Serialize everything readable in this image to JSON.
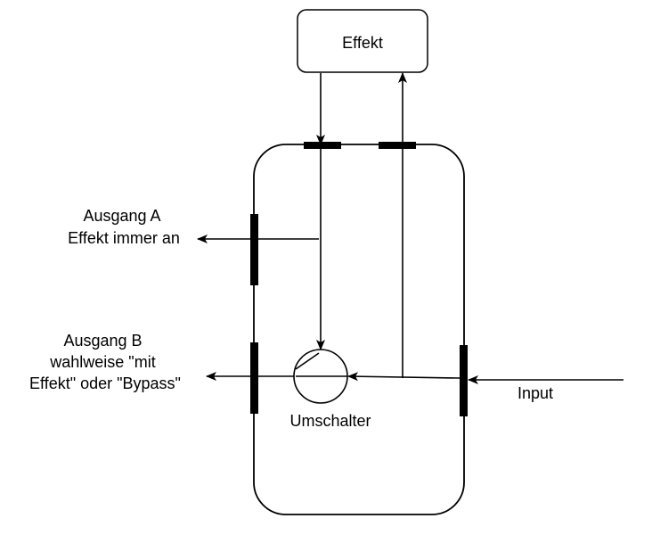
{
  "effekt_box": {
    "label": "Effekt"
  },
  "labels": {
    "ausgang_a": [
      "Ausgang A",
      "Effekt immer an"
    ],
    "ausgang_b": [
      "Ausgang B",
      "wahlweise \"mit",
      "Effekt\" oder \"Bypass\""
    ],
    "input": "Input",
    "umschalter": "Umschalter"
  },
  "colors": {
    "stroke": "#000000",
    "background": "#ffffff"
  }
}
